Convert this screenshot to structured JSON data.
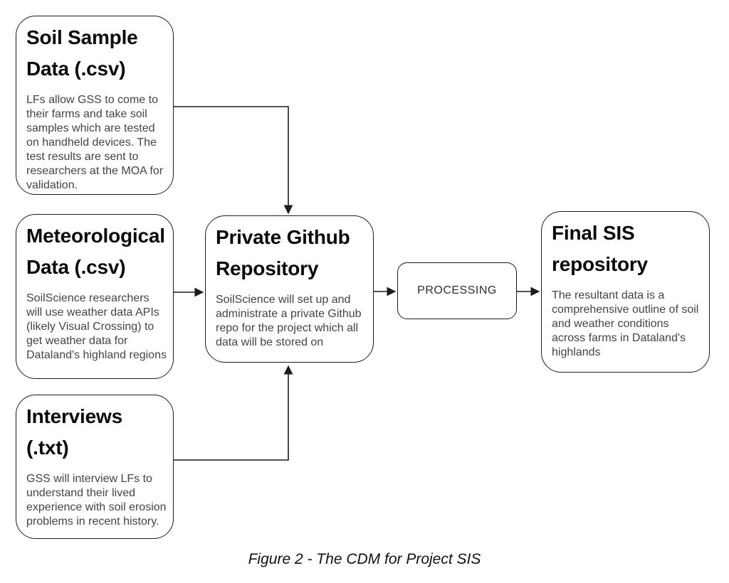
{
  "figure": {
    "caption": "Figure 2 - The CDM for Project SIS"
  },
  "nodes": {
    "soil": {
      "title": "Soil Sample Data (.csv)",
      "body": "LFs allow GSS to come to their farms and take soil samples which are tested on handheld devices. The test results are sent to researchers at the MOA for validation."
    },
    "met": {
      "title": "Meteorological Data (.csv)",
      "body": "SoilScience researchers will use weather data APIs (likely Visual Crossing) to get weather data for Dataland's highland regions"
    },
    "interviews": {
      "title": "Interviews (.txt)",
      "body": "GSS will interview LFs to understand their lived experience with soil erosion problems in recent history."
    },
    "github": {
      "title": "Private Github Repository",
      "body": "SoilScience will set up and administrate a private Github repo for the project which all data will be stored on"
    },
    "processing": {
      "label": "PROCESSING"
    },
    "final": {
      "title": "Final SIS repository",
      "body": "The resultant data is a comprehensive outline of soil and weather conditions across farms in Dataland's highlands"
    }
  },
  "edges": [
    {
      "from": "soil-sample-data",
      "to": "private-github-repository"
    },
    {
      "from": "meteorological-data",
      "to": "private-github-repository"
    },
    {
      "from": "interviews",
      "to": "private-github-repository"
    },
    {
      "from": "private-github-repository",
      "to": "processing"
    },
    {
      "from": "processing",
      "to": "final-sis-repository"
    }
  ],
  "colors": {
    "background": "#ffffff",
    "border": "#1c1c1c",
    "title_text": "#0a0a0a",
    "body_text": "#444444",
    "arrow": "#1c1c1c"
  }
}
